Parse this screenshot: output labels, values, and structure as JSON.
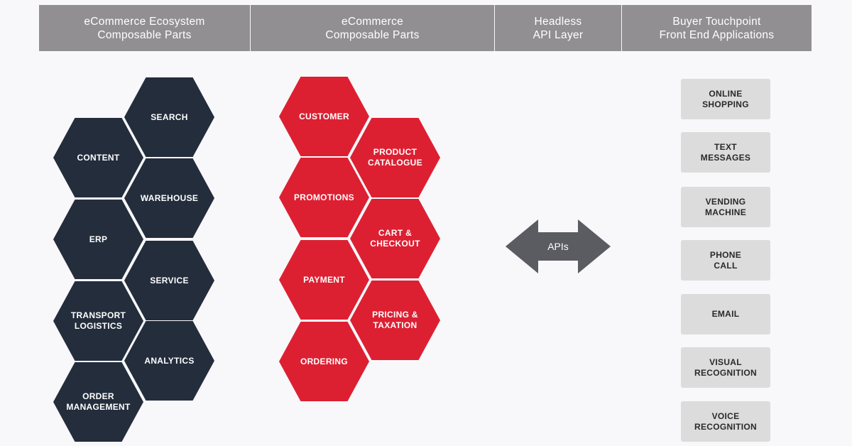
{
  "headers": [
    {
      "line1": "eCommerce Ecosystem",
      "line2": "Composable Parts"
    },
    {
      "line1": "eCommerce",
      "line2": "Composable Parts"
    },
    {
      "line1": "Headless",
      "line2": "API Layer"
    },
    {
      "line1": "Buyer Touchpoint",
      "line2": "Front End Applications"
    }
  ],
  "ecosystem_parts": [
    "SEARCH",
    "CONTENT",
    "WAREHOUSE",
    "ERP",
    "SERVICE",
    "TRANSPORT\nLOGISTICS",
    "ANALYTICS",
    "ORDER\nMANAGEMENT"
  ],
  "ecommerce_parts": [
    "CUSTOMER",
    "PRODUCT\nCATALOGUE",
    "PROMOTIONS",
    "CART &\nCHECKOUT",
    "PAYMENT",
    "PRICING &\nTAXATION",
    "ORDERING"
  ],
  "api_layer": {
    "label": "APIs"
  },
  "touchpoints": [
    "ONLINE\nSHOPPING",
    "TEXT\nMESSAGES",
    "VENDING\nMACHINE",
    "PHONE\nCALL",
    "EMAIL",
    "VISUAL\nRECOGNITION",
    "VOICE\nRECOGNITION"
  ],
  "colors": {
    "header_bg": "#918f92",
    "ecosystem_hex": "#242d3c",
    "ecommerce_hex": "#dc2032",
    "arrow": "#5b5b62",
    "touchpoint_bg": "#dcdcdc",
    "background": "#f8f7fa"
  }
}
